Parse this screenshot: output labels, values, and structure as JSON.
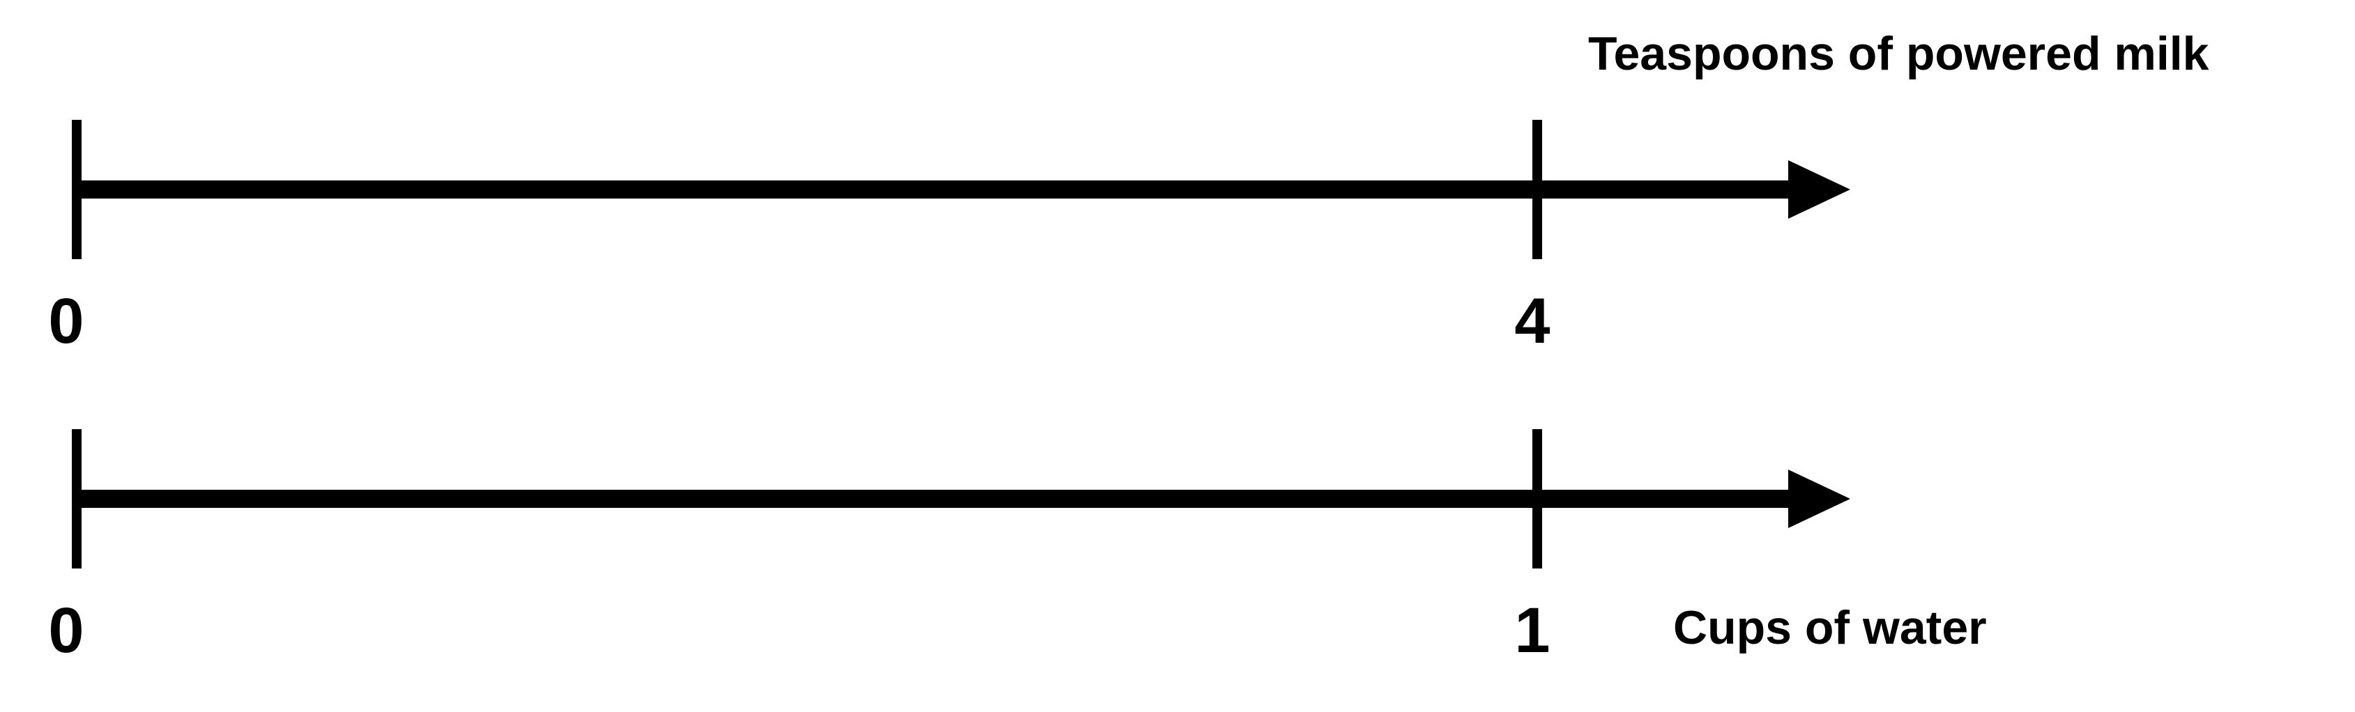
{
  "number_lines": [
    {
      "title": "Teaspoons of powered milk",
      "ticks": [
        {
          "value": 0,
          "label": "0"
        },
        {
          "value": 4,
          "label": "4"
        }
      ]
    },
    {
      "title": "Cups of water",
      "ticks": [
        {
          "value": 0,
          "label": "0"
        },
        {
          "value": 1,
          "label": "1"
        }
      ]
    }
  ],
  "colors": {
    "line": "#000000",
    "text": "#000000",
    "background": "#ffffff"
  }
}
